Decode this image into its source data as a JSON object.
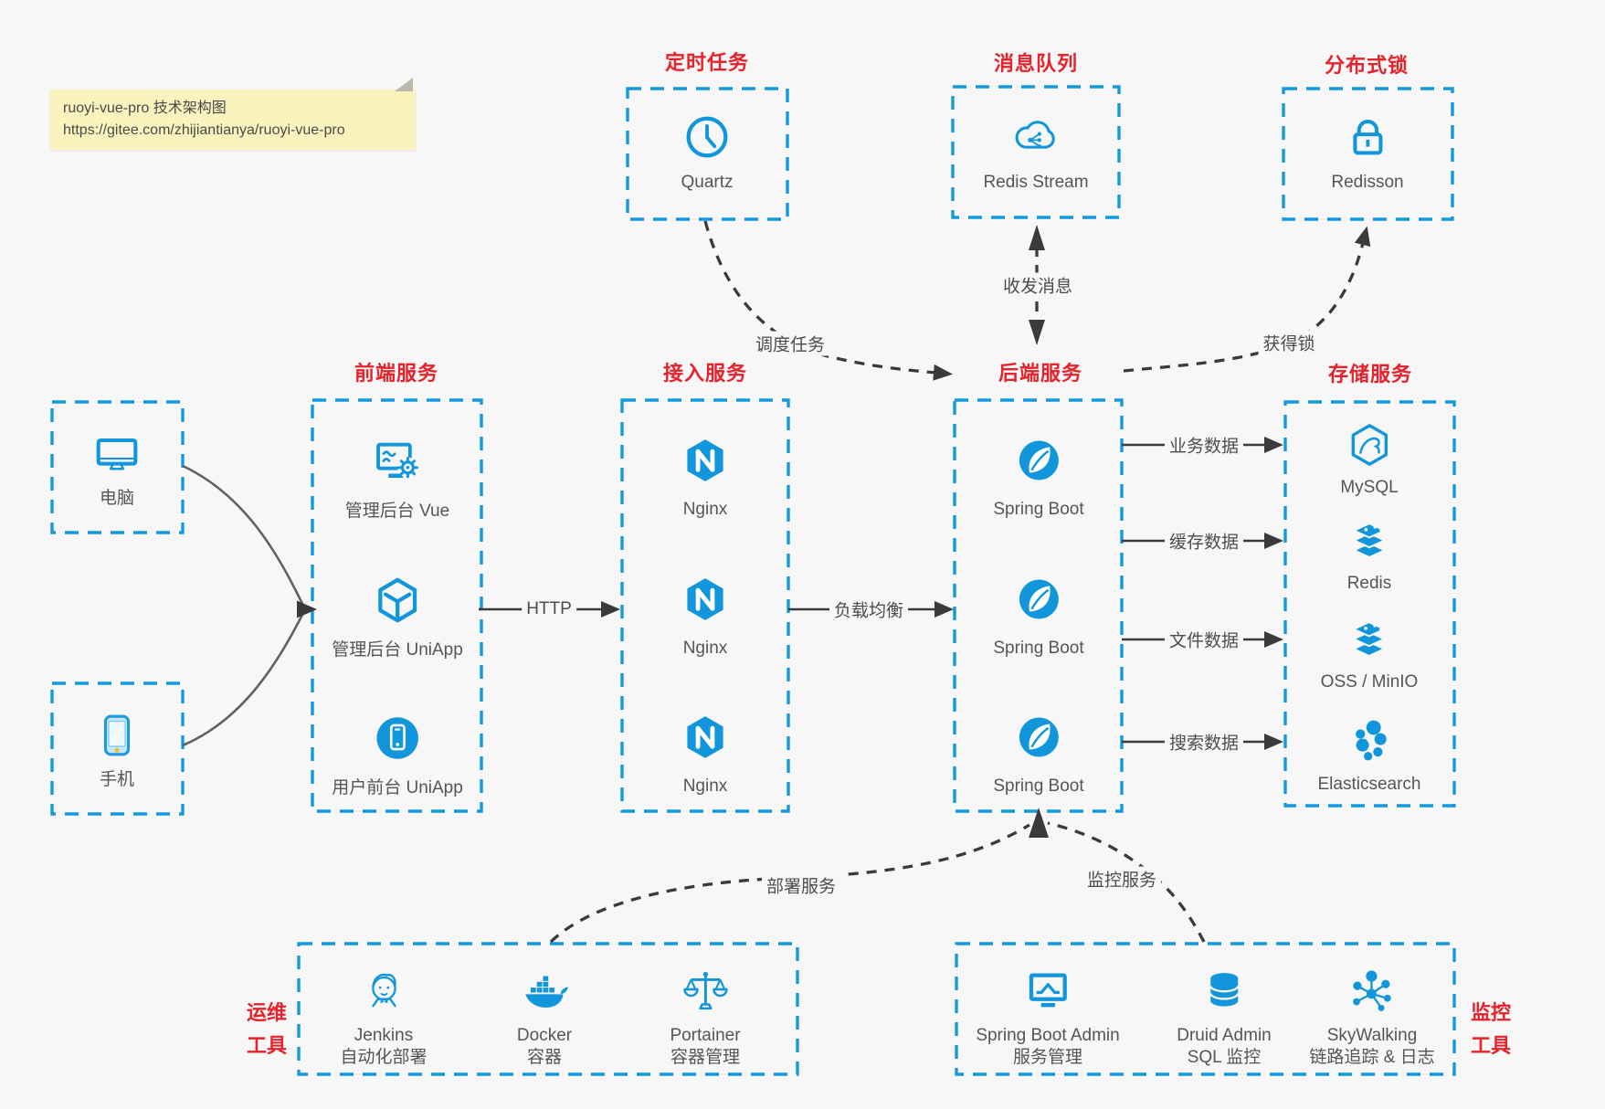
{
  "colors": {
    "accent_blue": "#1296db",
    "border_blue": "#1499df",
    "accent_red": "#e8222b",
    "label_text": "#555555",
    "arrow_dark": "#3a3a3a",
    "note_bg": "#faf3bd",
    "canvas_bg": "#f7f7f8"
  },
  "note": {
    "title": "ruoyi-vue-pro 技术架构图",
    "url": "https://gitee.com/zhijiantianya/ruoyi-vue-pro"
  },
  "top_groups": [
    {
      "title": "定时任务",
      "item": {
        "icon": "clock-icon",
        "label": "Quartz"
      }
    },
    {
      "title": "消息队列",
      "item": {
        "icon": "cloud-mq-icon",
        "label": "Redis Stream"
      }
    },
    {
      "title": "分布式锁",
      "item": {
        "icon": "lock-icon",
        "label": "Redisson"
      }
    }
  ],
  "clients": [
    {
      "icon": "desktop-icon",
      "label": "电脑"
    },
    {
      "icon": "smartphone-icon",
      "label": "手机"
    }
  ],
  "columns": [
    {
      "title": "前端服务",
      "items": [
        {
          "icon": "admin-vue-icon",
          "label": "管理后台 Vue"
        },
        {
          "icon": "uniapp-cube-icon",
          "label": "管理后台 UniApp"
        },
        {
          "icon": "user-uniapp-icon",
          "label": "用户前台 UniApp"
        }
      ]
    },
    {
      "title": "接入服务",
      "items": [
        {
          "icon": "nginx-icon",
          "label": "Nginx"
        },
        {
          "icon": "nginx-icon",
          "label": "Nginx"
        },
        {
          "icon": "nginx-icon",
          "label": "Nginx"
        }
      ]
    },
    {
      "title": "后端服务",
      "items": [
        {
          "icon": "spring-boot-icon",
          "label": "Spring Boot"
        },
        {
          "icon": "spring-boot-icon",
          "label": "Spring Boot"
        },
        {
          "icon": "spring-boot-icon",
          "label": "Spring Boot"
        }
      ]
    },
    {
      "title": "存储服务",
      "items": [
        {
          "icon": "mysql-icon",
          "label": "MySQL"
        },
        {
          "icon": "redis-icon",
          "label": "Redis"
        },
        {
          "icon": "oss-minio-icon",
          "label": "OSS / MinIO"
        },
        {
          "icon": "elasticsearch-icon",
          "label": "Elasticsearch"
        }
      ]
    }
  ],
  "edges": {
    "http": "HTTP",
    "load_balance": "负载均衡",
    "business_data": "业务数据",
    "cache_data": "缓存数据",
    "file_data": "文件数据",
    "search_data": "搜索数据",
    "schedule_task": "调度任务",
    "send_receive_msg": "收发消息",
    "acquire_lock": "获得锁",
    "deploy_service": "部署服务",
    "monitor_service": "监控服务"
  },
  "bottom_groups": [
    {
      "side_label_line1": "运维",
      "side_label_line2": "工具",
      "items": [
        {
          "icon": "jenkins-icon",
          "label": "Jenkins",
          "sublabel": "自动化部署"
        },
        {
          "icon": "docker-icon",
          "label": "Docker",
          "sublabel": "容器"
        },
        {
          "icon": "portainer-icon",
          "label": "Portainer",
          "sublabel": "容器管理"
        }
      ]
    },
    {
      "side_label_line1": "监控",
      "side_label_line2": "工具",
      "items": [
        {
          "icon": "spring-boot-admin-icon",
          "label": "Spring Boot Admin",
          "sublabel": "服务管理"
        },
        {
          "icon": "druid-icon",
          "label": "Druid Admin",
          "sublabel": "SQL 监控"
        },
        {
          "icon": "skywalking-icon",
          "label": "SkyWalking",
          "sublabel": "链路追踪 & 日志"
        }
      ]
    }
  ]
}
